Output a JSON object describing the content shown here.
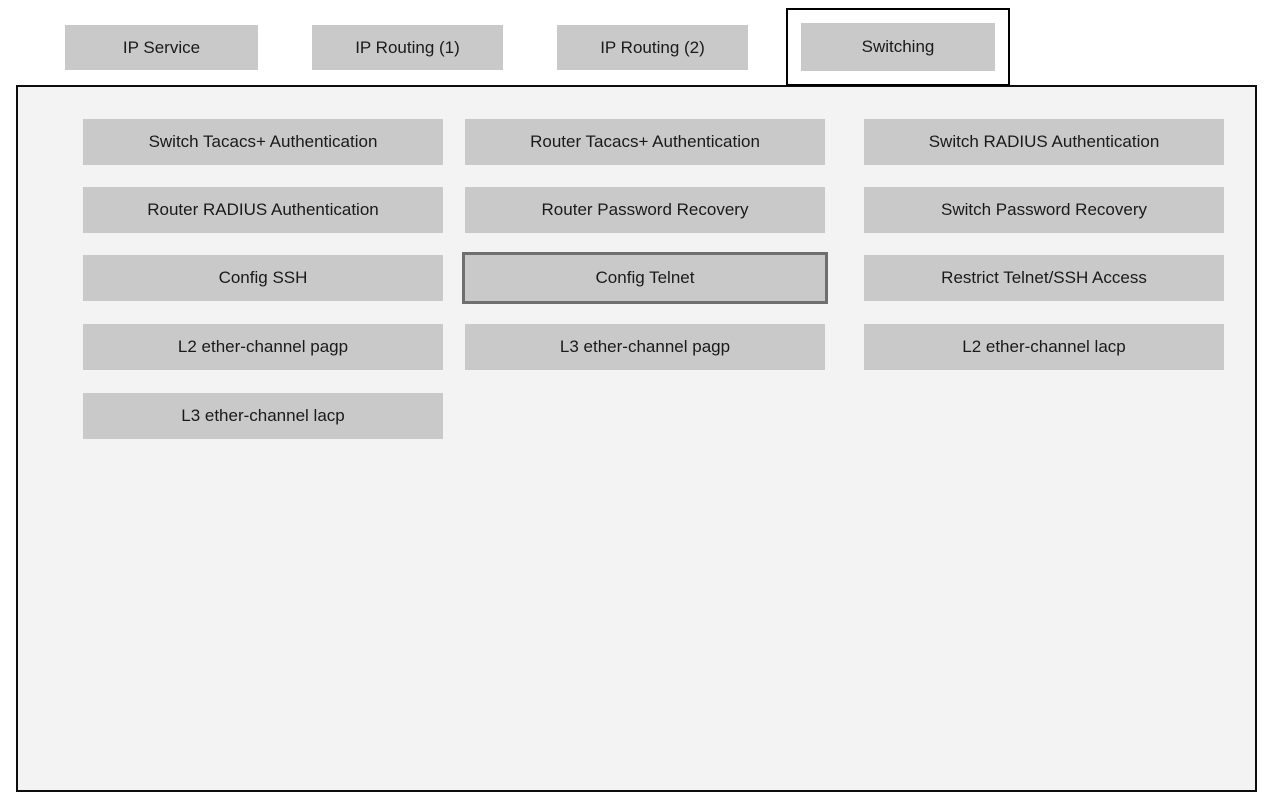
{
  "tabs": [
    {
      "label": "IP Service",
      "selected": false
    },
    {
      "label": "IP Routing (1)",
      "selected": false
    },
    {
      "label": "IP Routing (2)",
      "selected": false
    },
    {
      "label": "Switching",
      "selected": true
    }
  ],
  "selected_tab": "Switching",
  "panel": {
    "buttons": [
      {
        "label": "Switch Tacacs+ Authentication"
      },
      {
        "label": "Router Tacacs+ Authentication"
      },
      {
        "label": "Switch RADIUS Authentication"
      },
      {
        "label": "Router RADIUS Authentication"
      },
      {
        "label": "Router Password Recovery"
      },
      {
        "label": "Switch Password Recovery"
      },
      {
        "label": "Config SSH"
      },
      {
        "label": "Config Telnet"
      },
      {
        "label": "Restrict Telnet/SSH Access"
      },
      {
        "label": "L2 ether-channel pagp"
      },
      {
        "label": "L3 ether-channel pagp"
      },
      {
        "label": "L2 ether-channel lacp"
      },
      {
        "label": "L3 ether-channel lacp"
      }
    ],
    "focused_button": "Config Telnet"
  },
  "colors": {
    "page_bg": "#ffffff",
    "panel_bg": "#f3f3f3",
    "panel_border": "#0d0d0d",
    "button_bg": "#c9c9c9",
    "text": "#1a1a1a",
    "focused_button_border": "#6f6f6f",
    "selected_tab_outline": "#000000"
  }
}
